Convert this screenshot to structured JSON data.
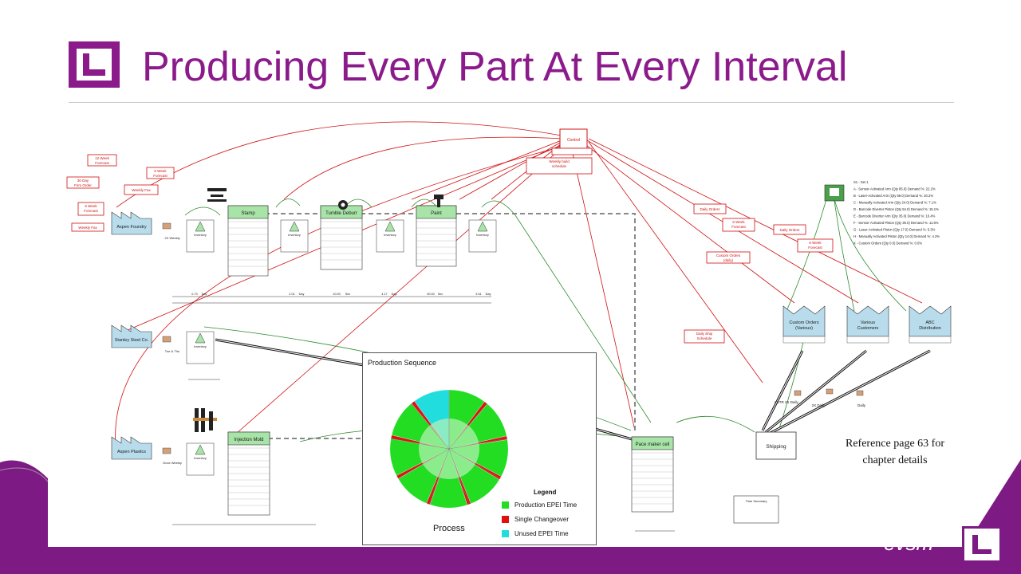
{
  "slide": {
    "title": "Producing Every Part At Every Interval",
    "reference_note": "Reference page 63 for chapter details",
    "footer_wordmark": "evsm",
    "colors": {
      "accent": "#8b1a8b",
      "footer": "#7e1a84",
      "red_flow": "#d01010",
      "green_flow": "#2e8b2e",
      "process_fill": "#a8e4a8",
      "customer_fill": "#b8dcec"
    }
  },
  "vsm": {
    "suppliers": [
      {
        "label": "Aspen Foundry",
        "freq": "2X Weekly"
      },
      {
        "label": "Stanley Steel Co.",
        "freq": "Tue & Thu"
      },
      {
        "label": "Aspen Plastics",
        "freq": "Once Weekly"
      }
    ],
    "processes": [
      {
        "label": "Stamp"
      },
      {
        "label": "Tumble Deburr"
      },
      {
        "label": "Paint"
      },
      {
        "label": "Injection Mold"
      },
      {
        "label": "Pace maker cell"
      }
    ],
    "customers": [
      {
        "label": "Custom Orders (Various)"
      },
      {
        "label": "Various Customers"
      },
      {
        "label": "ABC Distribution"
      }
    ],
    "shipping_label": "Shipping",
    "control_label": "Control",
    "inventory_label": "Inventory",
    "timeline_top": [
      "0.70",
      "Day",
      "2.01",
      "Day",
      "10.00",
      "Sec",
      "4.17",
      "Day",
      "30.00",
      "Sec",
      "3.61",
      "Day"
    ],
    "red_labels": [
      {
        "text": "12 Week Forecast"
      },
      {
        "text": "6 Week Forecast"
      },
      {
        "text": "30 Day Firm Order"
      },
      {
        "text": "Weekly Fax"
      },
      {
        "text": "6 Week Forecast"
      },
      {
        "text": "Weekly Fax"
      },
      {
        "text": "Weekly build schedule"
      },
      {
        "text": "Daily Orders"
      },
      {
        "text": "6 Week Forecast"
      },
      {
        "text": "Daily Orders"
      },
      {
        "text": "6 Week Forecast"
      },
      {
        "text": "Custom Orders (daily)"
      },
      {
        "text": "Daily Ship Schedule"
      }
    ],
    "freqs_right": [
      "LSTR 2X Daily",
      "2X Daily",
      "Daily"
    ],
    "product_list": [
      "S1 - Set 1",
      "A - Sensor-Activated Arm (Qty 85.0) Demand %: 22.2%",
      "B - Laser-Activated Arm (Qty 69.0) Demand %: 20.2%",
      "C - Manually Activated Arm (Qty 24.0) Demand %: 7.1%",
      "D - Barcode Diverter Piston (Qty 54.0) Demand %: 15.1%",
      "E - Barcode Diverter Arm (Qty 35.0) Demand %: 10.4%",
      "F - Sensor-Activated Piston (Qty 39.0) Demand %: 11.6%",
      "G - Laser-Activated Piston (Qty 17.0) Demand %: 5.3%",
      "H - Manually Activated Piston (Qty 14.0) Demand %: 4.2%",
      "X - Custom Orders (Qty 0.0) Demand %: 0.0%"
    ],
    "time_summary_title": "Time Summary"
  },
  "production_panel": {
    "title": "Production Sequence",
    "bottom_label": "Process",
    "legend_title": "Legend",
    "legend": [
      {
        "label": "Production EPEI Time",
        "color": "#22dd22"
      },
      {
        "label": "Single Changeover",
        "color": "#e01010"
      },
      {
        "label": "Unused EPEI Time",
        "color": "#22dddd"
      }
    ]
  },
  "chart_data": {
    "type": "pie",
    "title": "Production Sequence",
    "segments": [
      {
        "category": "Production EPEI Time",
        "value": 82
      },
      {
        "category": "Single Changeover",
        "value": 8
      },
      {
        "category": "Unused EPEI Time",
        "value": 10
      }
    ]
  }
}
